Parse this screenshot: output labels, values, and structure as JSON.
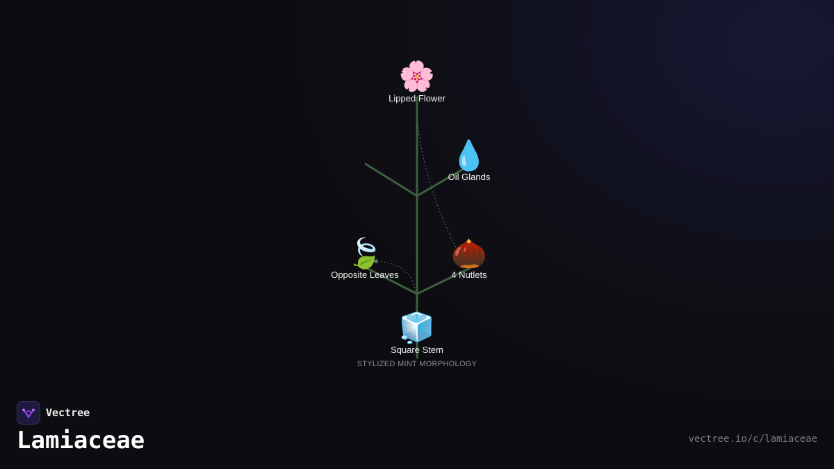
{
  "brand": {
    "name": "Vectree",
    "accent": "#a64dff"
  },
  "page": {
    "title": "Lamiaceae",
    "url": "vectree.io/c/lamiaceae"
  },
  "diagram": {
    "caption": "STYLIZED MINT MORPHOLOGY",
    "stem_color": "#3f5f3f",
    "nodes": [
      {
        "id": "flower",
        "label": "Lipped Flower",
        "icon": "🌸",
        "icon_name": "cherry-blossom-icon"
      },
      {
        "id": "oil",
        "label": "Oil Glands",
        "icon": "💧",
        "icon_name": "droplet-icon"
      },
      {
        "id": "leaves",
        "label": "Opposite Leaves",
        "icon": "🍃",
        "icon_name": "leaf-icon"
      },
      {
        "id": "nutlets",
        "label": "4 Nutlets",
        "icon": "🌰",
        "icon_name": "chestnut-icon"
      },
      {
        "id": "stem",
        "label": "Square Stem",
        "icon": "🧊",
        "icon_name": "ice-cube-icon"
      }
    ]
  }
}
